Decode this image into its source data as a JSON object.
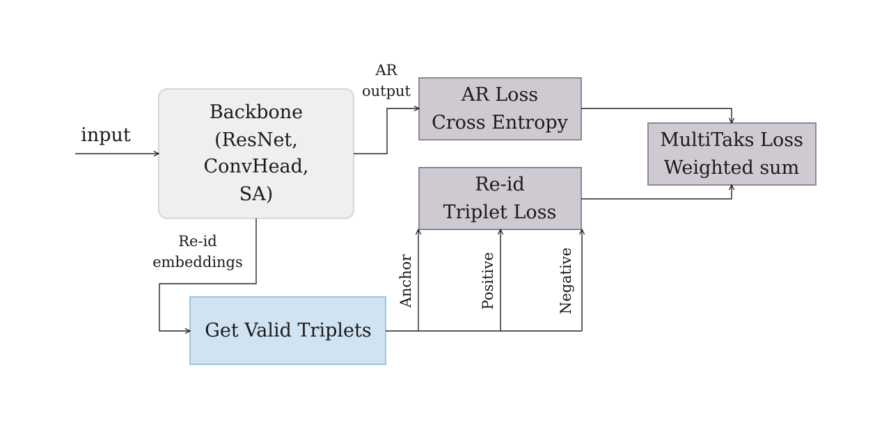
{
  "input_label": "input",
  "backbone": {
    "lines": [
      "Backbone",
      "(ResNet,",
      "ConvHead,",
      "SA)"
    ],
    "fill": "#efefef",
    "stroke": "#d6d6d6"
  },
  "ar_output_label": [
    "AR",
    "output"
  ],
  "ar_loss": {
    "lines": [
      "AR Loss",
      "Cross Entropy"
    ],
    "fill": "#cfcad1",
    "stroke": "#8f8894"
  },
  "reid_loss": {
    "lines": [
      "Re-id",
      "Triplet Loss"
    ],
    "fill": "#cfcad1",
    "stroke": "#8f8894"
  },
  "multitask_loss": {
    "lines": [
      "MultiTaks Loss",
      "Weighted sum"
    ],
    "fill": "#cfcad1",
    "stroke": "#8f8894"
  },
  "reid_embeddings_label": [
    "Re-id",
    "embeddings"
  ],
  "triplets": {
    "label": "Get Valid Triplets",
    "fill": "#cfe3f2",
    "stroke": "#9cc3e3"
  },
  "triplet_edges": {
    "anchor": "Anchor",
    "positive": "Positive",
    "negative": "Negative"
  }
}
